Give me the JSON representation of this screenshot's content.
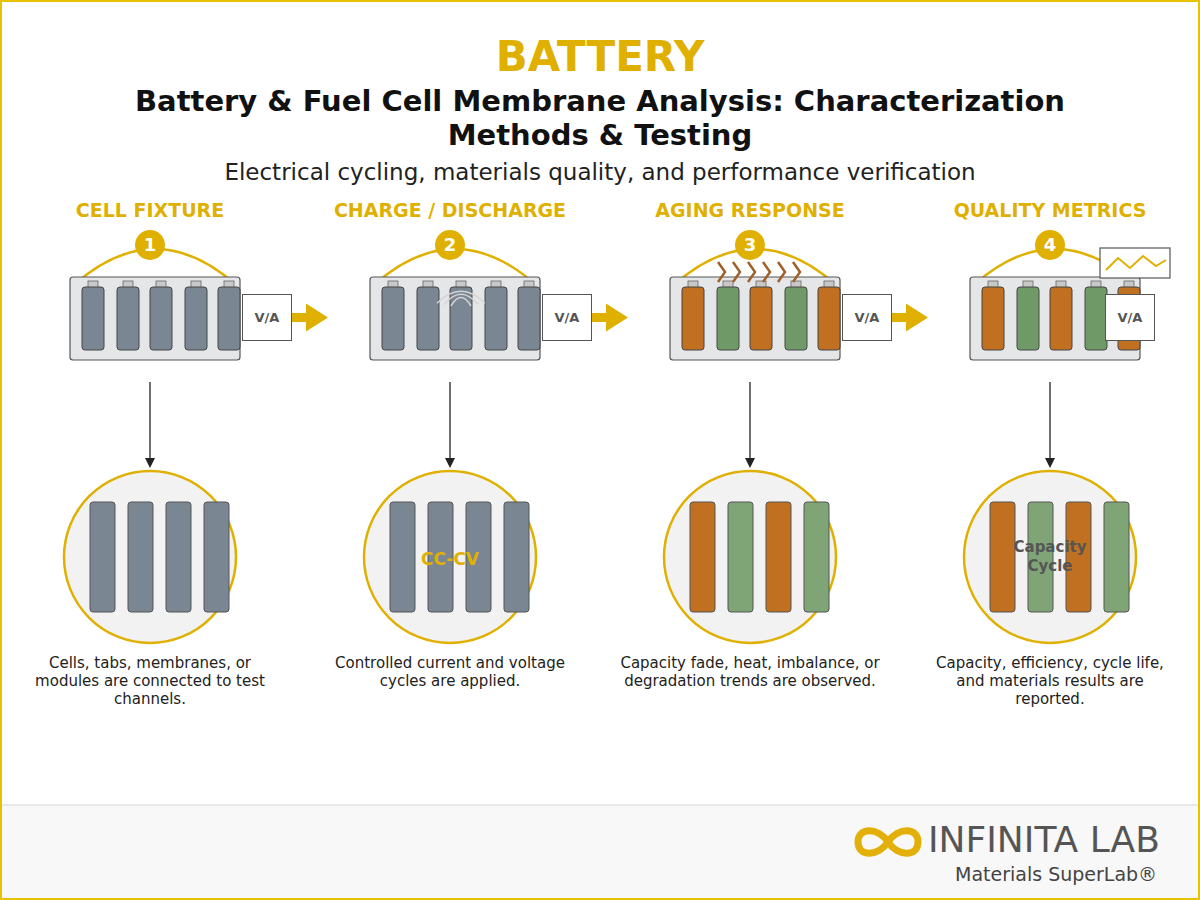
{
  "diagram": {
    "title": "BATTERY",
    "nodes": [
      {
        "text": [
          "CELL FIXTURE"
        ]
      },
      {
        "text": [
          "1"
        ]
      },
      {
        "text": [
          "V/A"
        ],
        "in": 0
      },
      {
        "text": [
          "Cells, tabs, membranes, or modules are connected to test channels."
        ]
      },
      {
        "text": [
          "CHARGE / DISCHARGE"
        ]
      },
      {
        "text": [
          "2"
        ]
      },
      {
        "text": [
          "V/A"
        ],
        "in": 4
      },
      {
        "text": [
          "CC-CV",
          "Controlled current and voltage cycles are applied."
        ]
      },
      {
        "text": [
          "AGING RESPONSE"
        ]
      },
      {
        "text": [
          "3"
        ]
      },
      {
        "text": [
          "V/A"
        ],
        "in": 8
      },
      {
        "text": [
          "Capacity fade, heat, imbalance, or degradation trends are observed."
        ]
      },
      {
        "text": [
          "QUALITY METRICS"
        ]
      },
      {
        "text": [
          "4"
        ]
      },
      {
        "text": [
          "V/A"
        ],
        "in": 12
      },
      {
        "text": [
          "Capacity Cycle",
          "Capacity, efficiency, cycle life, and materials results are reported."
        ]
      }
    ],
    "edges": [
      {
        "from": 2,
        "to": 4,
        "arrow": "to"
      },
      {
        "from": 6,
        "to": 8,
        "arrow": "to"
      },
      {
        "from": 10,
        "to": 12,
        "arrow": "to"
      },
      {
        "from": 0,
        "to": 3,
        "arrow": "to"
      },
      {
        "from": 4,
        "to": 7,
        "arrow": "to"
      },
      {
        "from": 8,
        "to": 11,
        "arrow": "to"
      },
      {
        "from": 12,
        "to": 15,
        "arrow": "to"
      }
    ],
    "labels": [
      "Battery & Fuel Cell Membrane Analysis: Characterization Methods & Testing",
      "Electrical cycling, materials quality, and performance verification",
      "INFINITA LAB",
      "Materials SuperLab®"
    ]
  }
}
